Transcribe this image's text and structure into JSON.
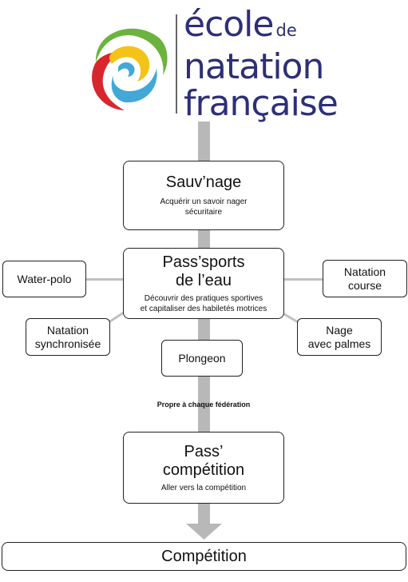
{
  "logo": {
    "line1": "école",
    "line1_suffix": "de",
    "line2": "natation",
    "line3": "française",
    "colors": {
      "text": "#2e2f78",
      "green": "#6bb33e",
      "red": "#d9262d",
      "yellow": "#f3c318",
      "blue": "#41a8d8"
    }
  },
  "nodes": {
    "sauvnage": {
      "title": "Sauv’nage",
      "subtitle": "Acquérir un savoir nager\nsécuritaire"
    },
    "passsports": {
      "title": "Pass’sports\nde l’eau",
      "subtitle": "Découvrir des pratiques sportives\net capitaliser des habiletés motrices"
    },
    "waterpolo": {
      "label": "Water-polo"
    },
    "natation_course": {
      "label": "Natation\ncourse"
    },
    "natation_synchro": {
      "label": "Natation\nsynchronisée"
    },
    "nage_palmes": {
      "label": "Nage\navec palmes"
    },
    "plongeon": {
      "label": "Plongeon"
    },
    "note": "Propre à chaque fédération",
    "passcompetition": {
      "title": "Pass’\ncompétition",
      "subtitle": "Aller vers la compétition"
    },
    "competition": {
      "title": "Compétition"
    }
  },
  "colors": {
    "connector": "#b8b8b8",
    "border": "#222222"
  }
}
